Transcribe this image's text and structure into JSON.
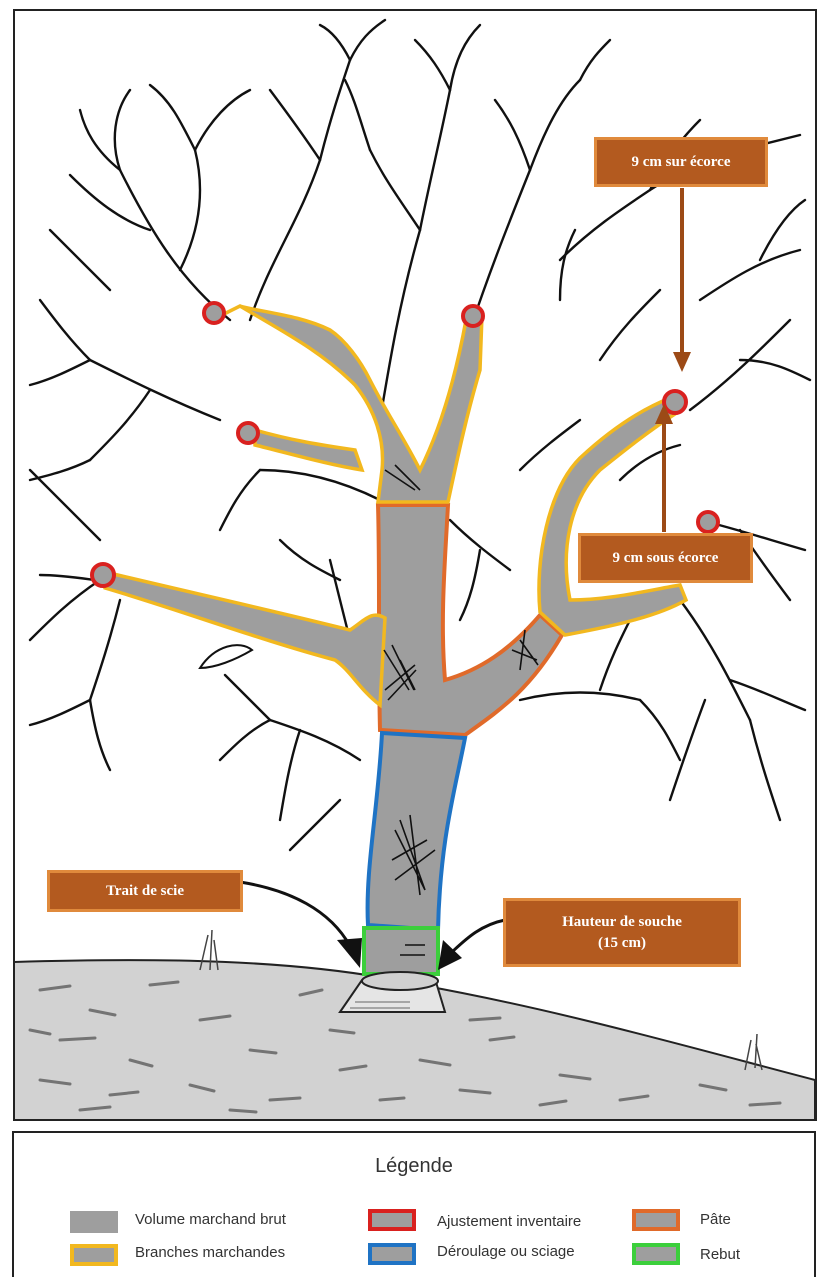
{
  "callouts": {
    "sur_ecorce": "9 cm sur écorce",
    "sous_ecorce": "9 cm sous écorce",
    "trait_scie": "Trait de scie",
    "hauteur_souche_1": "Hauteur de souche",
    "hauteur_souche_2": "(15 cm)"
  },
  "legend": {
    "title": "Légende",
    "items": [
      {
        "label": "Volume marchand brut",
        "border": "#9e9e9e"
      },
      {
        "label": "Branches marchandes",
        "border": "#f2b81f"
      },
      {
        "label": "Ajustement inventaire",
        "border": "#d9211f"
      },
      {
        "label": "Déroulage ou sciage",
        "border": "#1f73c4"
      },
      {
        "label": "Pâte",
        "border": "#e06a2a"
      },
      {
        "label": "Rebut",
        "border": "#3ccf3c"
      }
    ]
  },
  "colors": {
    "callout_fill": "#b35a1f",
    "callout_border": "#e08a3c",
    "arrow": "#9c4a16",
    "wood": "#9e9e9e"
  }
}
